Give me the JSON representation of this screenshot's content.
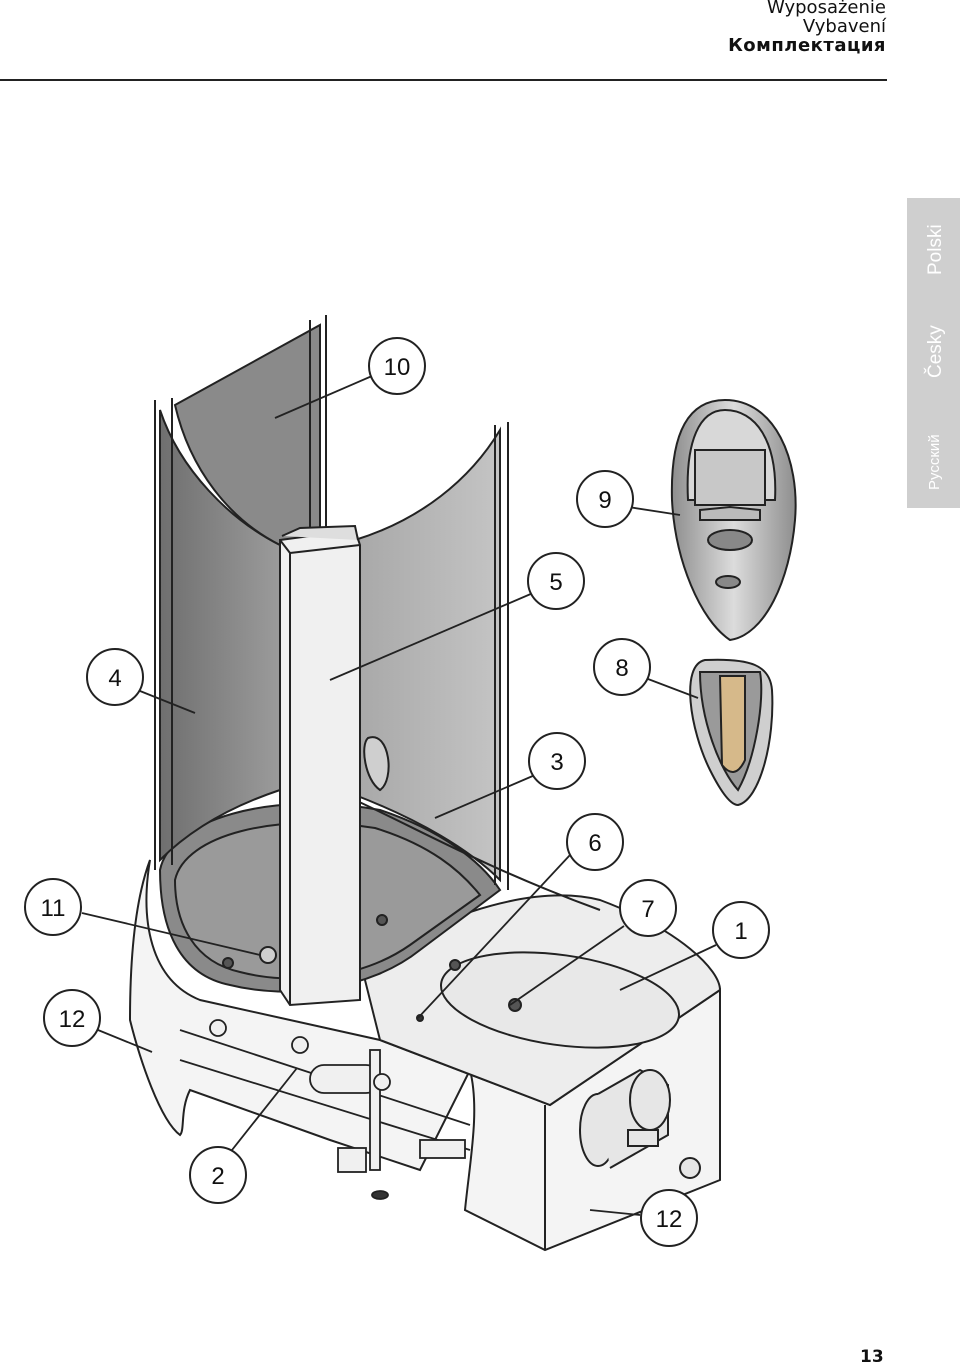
{
  "header": {
    "title_pl": "Wyposażenie",
    "title_cs": "Vybavení",
    "title_ru": "Комплектация"
  },
  "language_tabs": [
    "Polski",
    "Česky",
    "Русский"
  ],
  "callouts": [
    "10",
    "9",
    "5",
    "4",
    "8",
    "3",
    "6",
    "11",
    "7",
    "1",
    "12",
    "2",
    "12"
  ],
  "page_number": "13"
}
